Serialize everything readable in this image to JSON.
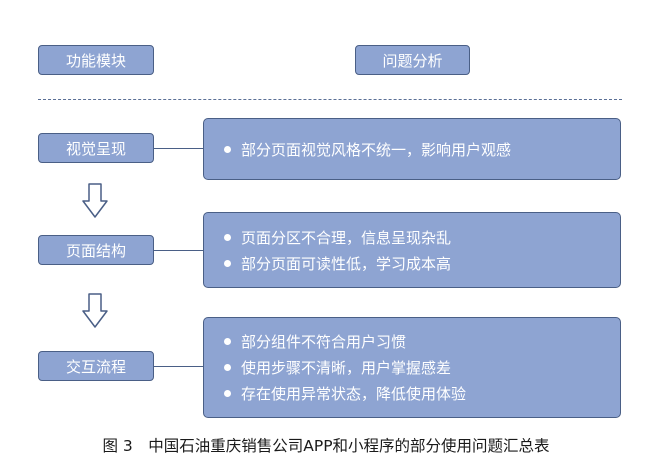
{
  "header": {
    "left": "功能模块",
    "right": "问题分析"
  },
  "steps": [
    {
      "label": "视觉呈现",
      "issues": [
        "部分页面视觉风格不统一，影响用户观感"
      ]
    },
    {
      "label": "页面结构",
      "issues": [
        "页面分区不合理，信息呈现杂乱",
        "部分页面可读性低，学习成本高"
      ]
    },
    {
      "label": "交互流程",
      "issues": [
        "部分组件不符合用户习惯",
        "使用步骤不清晰，用户掌握感差",
        "存在使用异常状态，降低使用体验"
      ]
    }
  ],
  "caption": "图 3　中国石油重庆销售公司APP和小程序的部分使用问题汇总表",
  "colors": {
    "box_fill": "#8ea4d2",
    "border": "#4a5f86",
    "text": "#ffffff"
  }
}
